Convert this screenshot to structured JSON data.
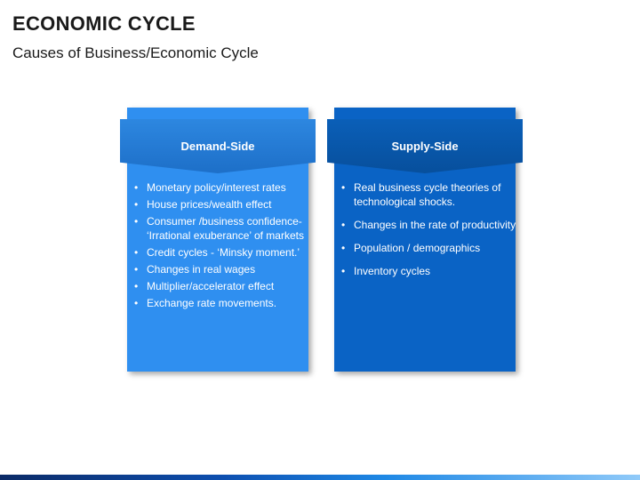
{
  "title": "ECONOMIC CYCLE",
  "subtitle": "Causes of Business/Economic Cycle",
  "cards": [
    {
      "heading": "Demand-Side",
      "items": [
        "Monetary policy/interest rates",
        "House prices/wealth effect",
        "Consumer /business confidence- ‘Irrational exuberance’ of markets",
        "Credit cycles - ‘Minsky moment.’",
        "Changes in real wages",
        "Multiplier/accelerator effect",
        "Exchange rate movements."
      ]
    },
    {
      "heading": "Supply-Side",
      "items": [
        "Real business cycle theories of technological shocks.",
        "Changes in the rate of productivity",
        "Population / demographics",
        "Inventory cycles"
      ]
    }
  ],
  "colors": {
    "demand_card": "#2f8ff0",
    "supply_card": "#0a63c5"
  }
}
